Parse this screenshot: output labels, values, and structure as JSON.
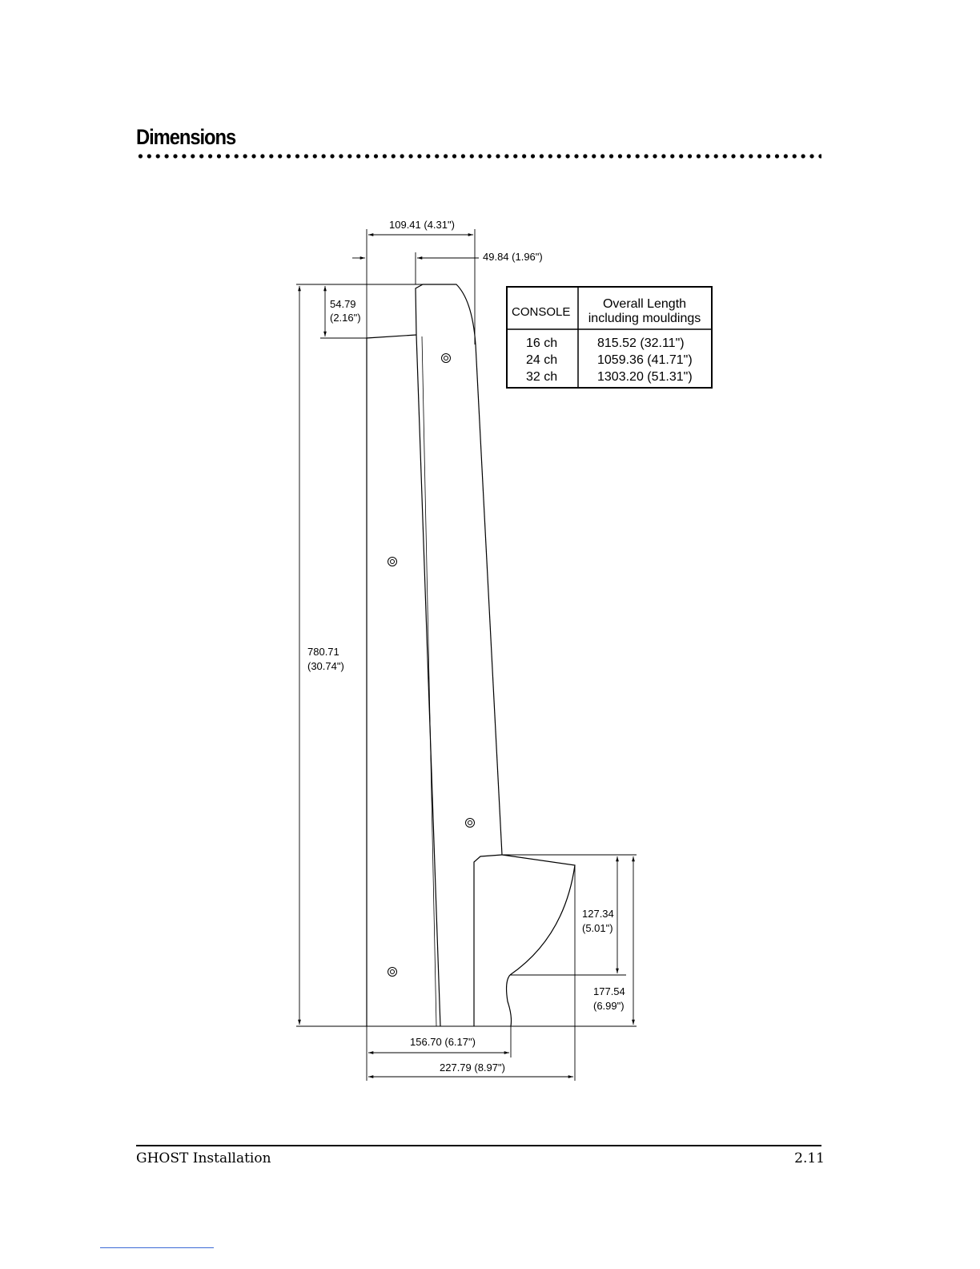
{
  "page": {
    "title": "Dimensions",
    "footer_left": "GHOST Installation",
    "footer_right": "2.11"
  },
  "dimensions": {
    "top_width": "109.41 (4.31\")",
    "top_lip": "49.84 (1.96\")",
    "top_height_mm": "54.79",
    "top_height_in": "(2.16\")",
    "overall_height_mm": "780.71",
    "overall_height_in": "(30.74\")",
    "foot_height_mm": "127.34",
    "foot_height_in": "(5.01\")",
    "leg_height_mm": "177.54",
    "leg_height_in": "(6.99\")",
    "base_width_inner": "156.70 (6.17\")",
    "base_width_outer": "227.79 (8.97\")"
  },
  "length_table": {
    "header_console": "CONSOLE",
    "header_length_line1": "Overall Length",
    "header_length_line2": "including mouldings",
    "rows": [
      {
        "console": "16 ch",
        "length": "815.52 (32.11\")"
      },
      {
        "console": "24 ch",
        "length": "1059.36 (41.71\")"
      },
      {
        "console": "32 ch",
        "length": "1303.20 (51.31\")"
      }
    ]
  }
}
